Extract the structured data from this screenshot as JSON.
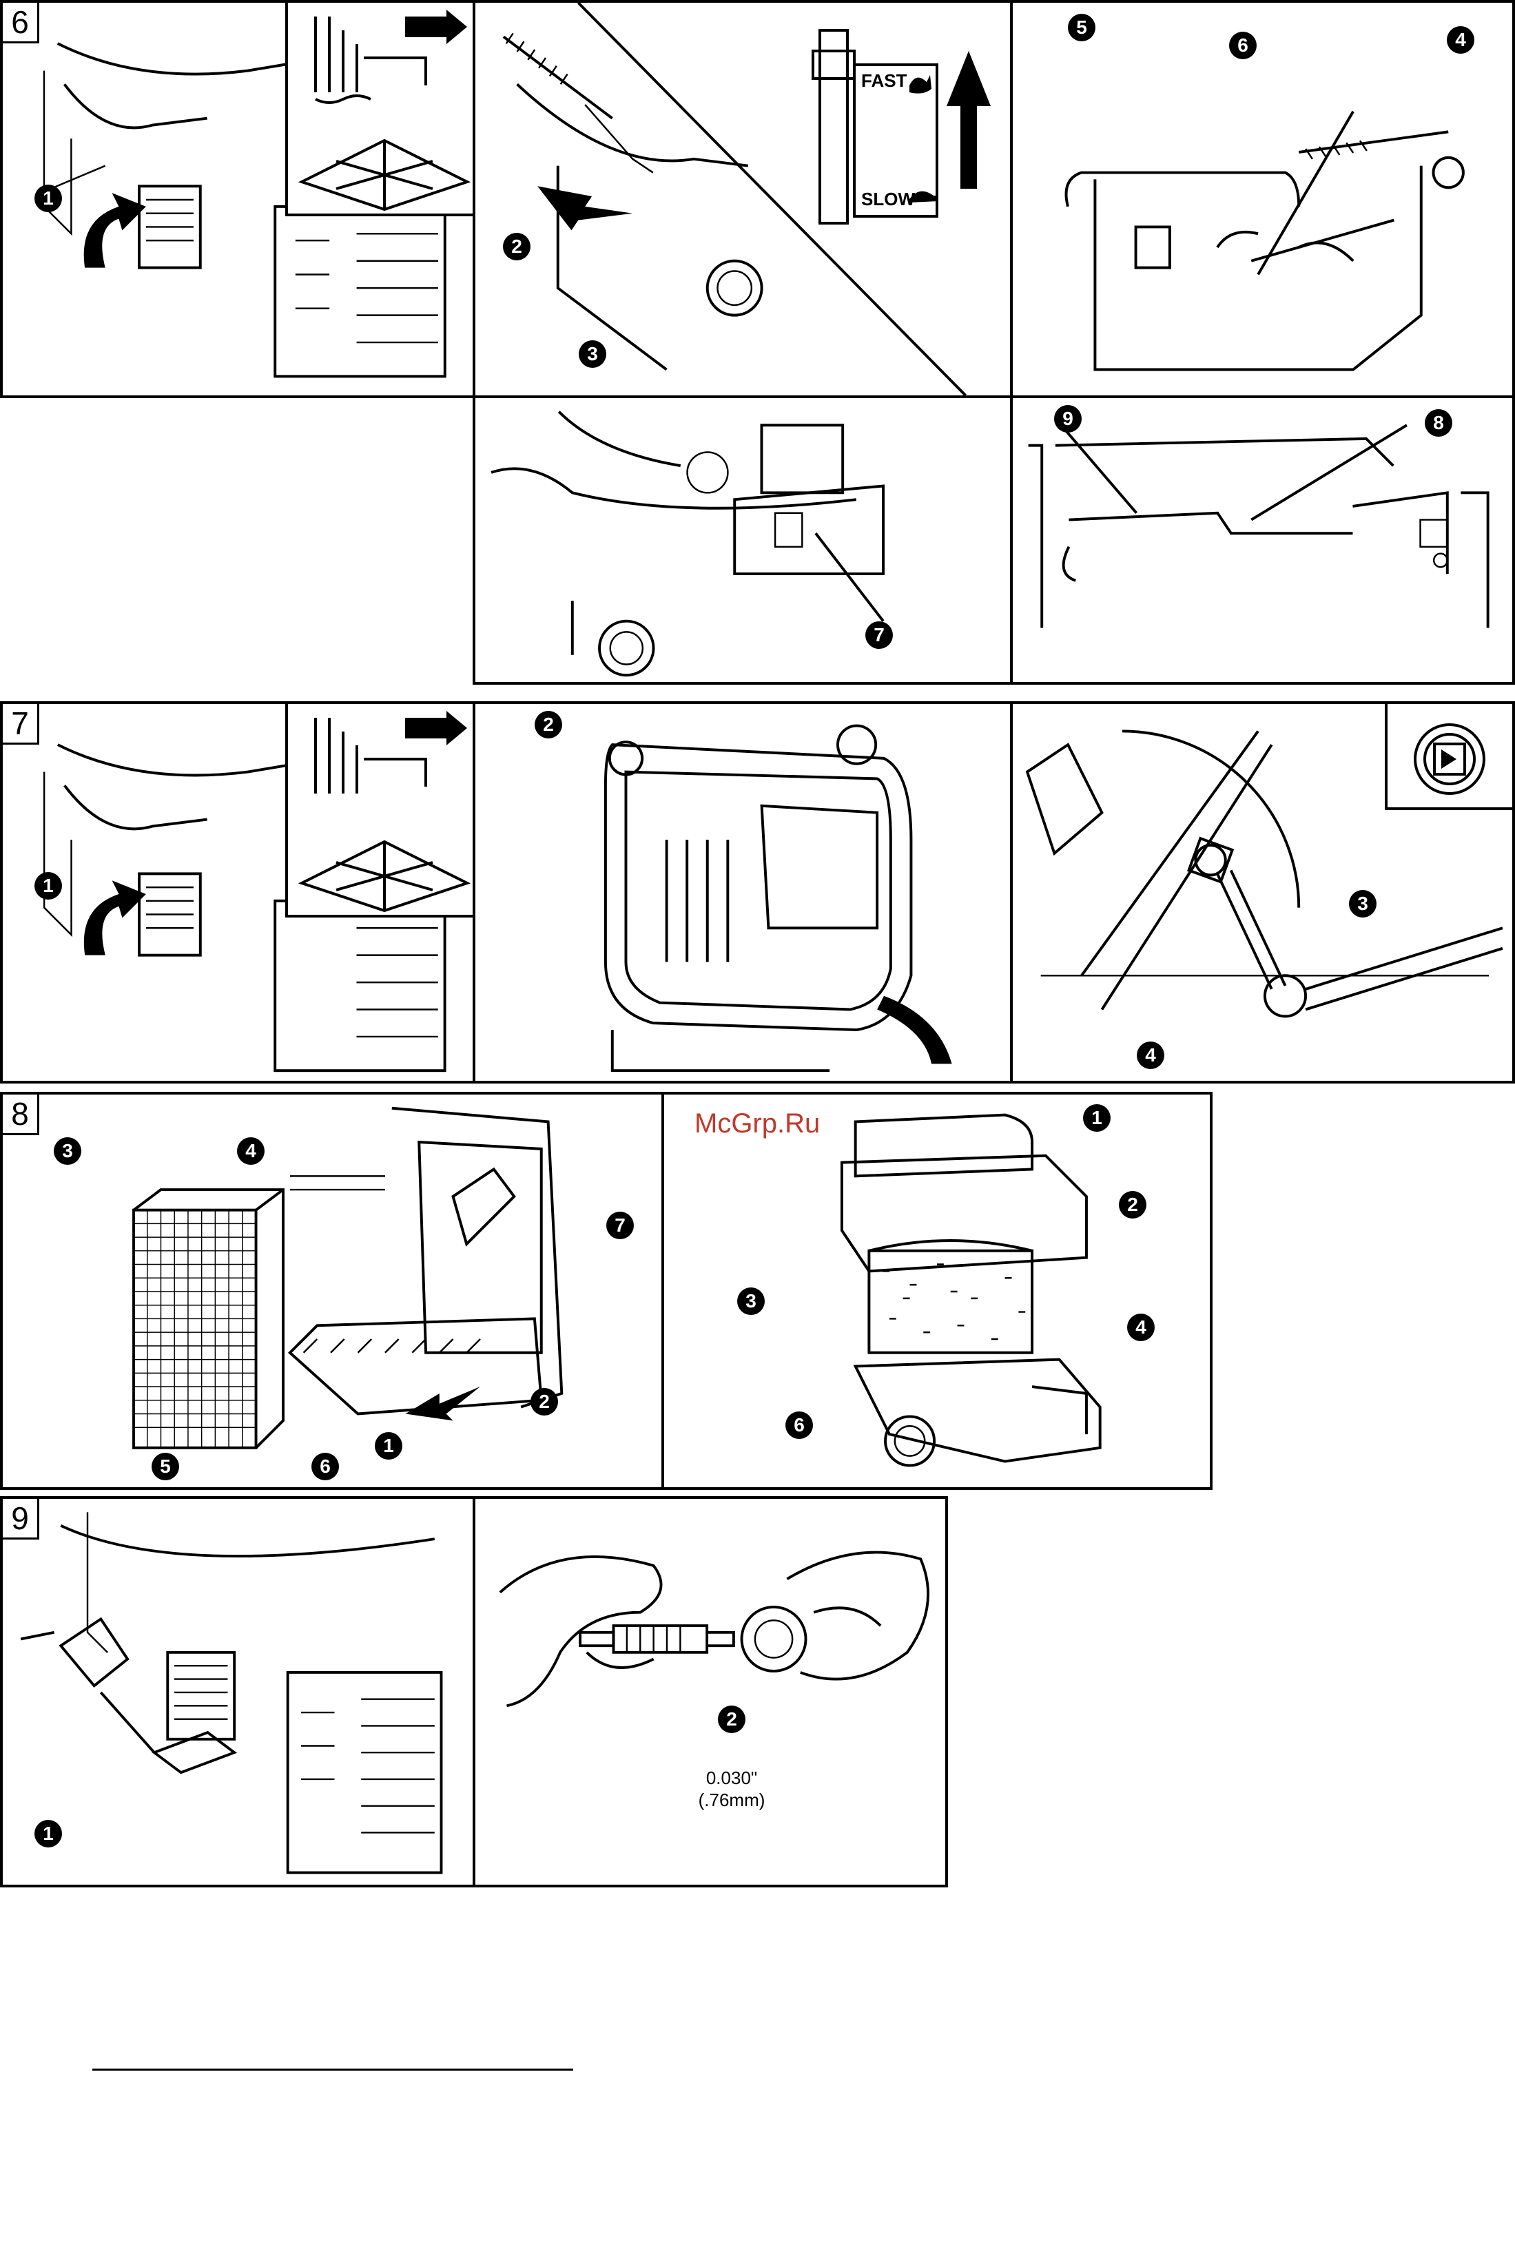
{
  "sections": [
    "6",
    "7",
    "8",
    "9"
  ],
  "watermark": "McGrp.Ru",
  "throttle": {
    "fast": "FAST",
    "slow": "SLOW"
  },
  "gap_spec": {
    "inch": "0.030\"",
    "mm": "(.76mm)"
  },
  "callouts": {
    "s6a": [
      "1"
    ],
    "s6b": [
      "2",
      "3"
    ],
    "s6c": [
      "5",
      "6",
      "4"
    ],
    "s6d": [
      "7"
    ],
    "s6e": [
      "9",
      "8"
    ],
    "s7a": [
      "1"
    ],
    "s7b": [
      "2"
    ],
    "s7c": [
      "3",
      "4"
    ],
    "s8a": [
      "3",
      "4",
      "7",
      "2",
      "5",
      "6",
      "1"
    ],
    "s8b": [
      "1",
      "2",
      "3",
      "4",
      "6"
    ],
    "s9a": [
      "1"
    ],
    "s9b": [
      "2"
    ]
  },
  "icons": [
    "engine-hot-icon",
    "manual-wrench-icon",
    "rabbit-icon",
    "turtle-icon",
    "arrow-up-icon",
    "socket-square-icon"
  ]
}
